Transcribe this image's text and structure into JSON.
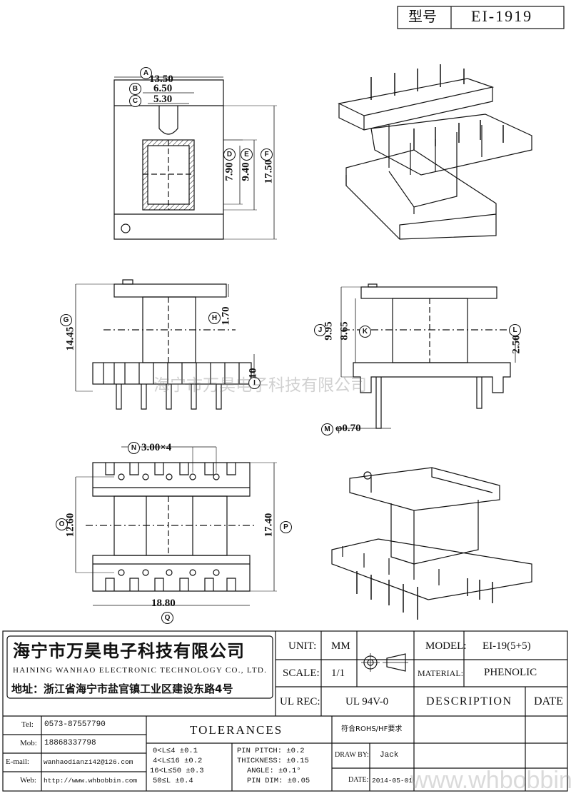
{
  "header": {
    "model_label": "型号",
    "model_value": "EI-1919"
  },
  "dims": {
    "A": "13.50",
    "B": "6.50",
    "C": "5.30",
    "D": "7.90",
    "E": "9.40",
    "F": "17.50",
    "G": "14.45",
    "H": "1.70",
    "I": "4.10",
    "J": "9.95",
    "K": "8.65",
    "L": "2.50",
    "M": "φ0.70",
    "N": "3.00×4",
    "O": "12.60",
    "P": "17.40",
    "Q": "18.80"
  },
  "markers": [
    "A",
    "B",
    "C",
    "D",
    "E",
    "F",
    "G",
    "H",
    "I",
    "J",
    "K",
    "L",
    "M",
    "N",
    "O",
    "P",
    "Q"
  ],
  "watermark_center": "海宁市万昊电子科技有限公司",
  "watermark_bottom": "www.whbobbin.com",
  "company": {
    "name_cn": "海宁市万昊电子科技有限公司",
    "name_en": "HAINING WANHAO ELECTRONIC TECHNOLOGY CO., LTD.",
    "address": "地址：浙江省海宁市盐官镇工业区建设东路4号"
  },
  "info": {
    "unit_label": "UNIT:",
    "unit_value": "MM",
    "scale_label": "SCALE:",
    "scale_value": "1/1",
    "ulrec_label": "UL REC:",
    "ulrec_value": "UL 94V-0",
    "model_label": "MODEL:",
    "model_value": "EI-19(5+5)",
    "material_label": "MATERIAL:",
    "material_value": "PHENOLIC",
    "description_label": "DESCRIPTION",
    "date_label": "DATE"
  },
  "contacts": [
    {
      "label": "Tel:",
      "value": "0573-87557790"
    },
    {
      "label": "Mob:",
      "value": "18868337798"
    },
    {
      "label": "E-mail:",
      "value": "wanhaodianzi42@126.com"
    },
    {
      "label": "Web:",
      "value": "http://www.whbobbin.com"
    }
  ],
  "tolerances": {
    "title": "TOLERANCES",
    "rohs": "符合ROHS/HF要求",
    "length_rules": [
      "0<L≤4  ±0.1",
      "4<L≤16  ±0.2",
      "16<L≤50  ±0.3",
      "50≤L  ±0.4"
    ],
    "pin_rules": [
      "PIN PITCH: ±0.2",
      "THICKNESS: ±0.15",
      "ANGLE: ±0.1°",
      "PIN DIM: ±0.05"
    ],
    "drawby_label": "DRAW BY:",
    "drawby_value": "Jack",
    "date_label": "DATE:",
    "date_value": "2014-05-01"
  }
}
